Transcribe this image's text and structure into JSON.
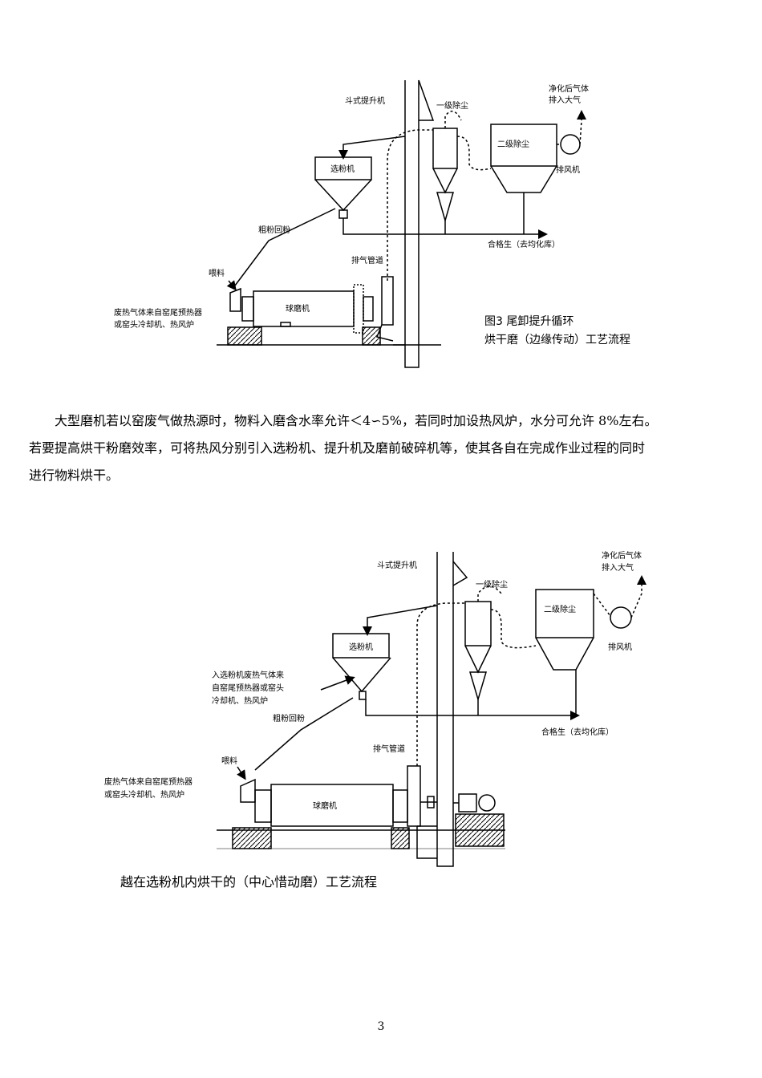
{
  "figure1": {
    "labels": {
      "elevator": "斗式提升机",
      "dust1": "一级除尘",
      "dust2": "二级除尘",
      "exhaust_out": "净化后气体排入大气",
      "exhaust_out_line1": "净化后气体",
      "exhaust_out_line2": "排入大气",
      "fan": "排风机",
      "separator": "选粉机",
      "coarse_return": "粗粉回粉",
      "product": "合格生（去均化库）",
      "vent_pipe": "排气管道",
      "feed": "喂料",
      "mill": "球磨机",
      "hot_gas_line1": "废热气体来自窑尾预热器",
      "hot_gas_line2": "或窑头冷却机、热风炉"
    },
    "caption_line1": "图3 尾卸提升循环",
    "caption_line2": "烘干磨（边缘传动）工艺流程"
  },
  "paragraph": {
    "line1": "大型磨机若以窑废气做热源时，物料入磨含水率允许＜4∽5%，若同时加设热风炉，水分可允许 8%左右。",
    "line2": "若要提高烘干粉磨效率，可将热风分别引入选粉机、提升机及磨前破碎机等，使其各自在完成作业过程的同时",
    "line3": "进行物料烘干。"
  },
  "figure2": {
    "labels": {
      "elevator": "斗式提升机",
      "dust1": "一级除尘",
      "dust2": "二级除尘",
      "exhaust_out_line1": "净化后气体",
      "exhaust_out_line2": "排入大气",
      "fan": "排风机",
      "separator": "选粉机",
      "sep_gas_line1": "入选粉机废热气体来",
      "sep_gas_line2": "自窑尾预热器或窑头",
      "sep_gas_line3": "冷却机、热风炉",
      "coarse_return": "粗粉回粉",
      "product": "合格生（去均化库）",
      "vent_pipe": "排气管道",
      "feed": "喂料",
      "mill": "球磨机",
      "hot_gas_line1": "废热气体来自窑尾预热器",
      "hot_gas_line2": "或窑头冷却机、热风炉"
    }
  },
  "caption2": "越在选粉机内烘干的（中心惜动磨）工艺流程",
  "page_number": "3"
}
